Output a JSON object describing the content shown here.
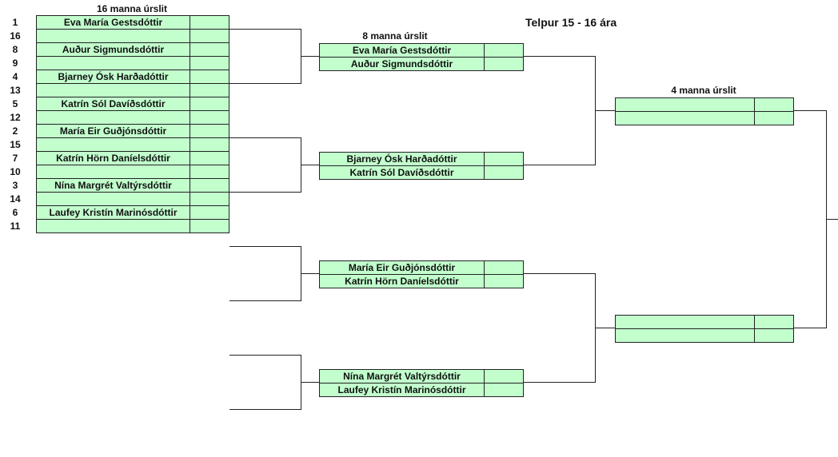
{
  "title": "Telpur 15 - 16 ára",
  "rounds": {
    "r16": "16 manna úrslit",
    "qf": "8 manna úrslit",
    "sf": "4 manna úrslit"
  },
  "r16": [
    {
      "seed": "1",
      "name": "Eva María Gestsdóttir",
      "score": ""
    },
    {
      "seed": "16",
      "name": "",
      "score": ""
    },
    {
      "seed": "8",
      "name": "Auður Sigmundsdóttir",
      "score": ""
    },
    {
      "seed": "9",
      "name": "",
      "score": ""
    },
    {
      "seed": "4",
      "name": "Bjarney Ósk Harðadóttir",
      "score": ""
    },
    {
      "seed": "13",
      "name": "",
      "score": ""
    },
    {
      "seed": "5",
      "name": "Katrín Sól Davíðsdóttir",
      "score": ""
    },
    {
      "seed": "12",
      "name": "",
      "score": ""
    },
    {
      "seed": "2",
      "name": "María Eir Guðjónsdóttir",
      "score": ""
    },
    {
      "seed": "15",
      "name": "",
      "score": ""
    },
    {
      "seed": "7",
      "name": "Katrín Hörn Daníelsdóttir",
      "score": ""
    },
    {
      "seed": "10",
      "name": "",
      "score": ""
    },
    {
      "seed": "3",
      "name": "Nína Margrét Valtýrsdóttir",
      "score": ""
    },
    {
      "seed": "14",
      "name": "",
      "score": ""
    },
    {
      "seed": "6",
      "name": "Laufey Kristín Marinósdóttir",
      "score": ""
    },
    {
      "seed": "11",
      "name": "",
      "score": ""
    }
  ],
  "qf": [
    {
      "name": "Eva María Gestsdóttir",
      "score": ""
    },
    {
      "name": "Auður Sigmundsdóttir",
      "score": ""
    },
    {
      "name": "Bjarney Ósk Harðadóttir",
      "score": ""
    },
    {
      "name": "Katrín Sól Davíðsdóttir",
      "score": ""
    },
    {
      "name": "María Eir Guðjónsdóttir",
      "score": ""
    },
    {
      "name": "Katrín Hörn Daníelsdóttir",
      "score": ""
    },
    {
      "name": "Nína Margrét Valtýrsdóttir",
      "score": ""
    },
    {
      "name": "Laufey Kristín Marinósdóttir",
      "score": ""
    }
  ],
  "sf": [
    {
      "name": "",
      "score": ""
    },
    {
      "name": "",
      "score": ""
    },
    {
      "name": "",
      "score": ""
    },
    {
      "name": "",
      "score": ""
    }
  ]
}
